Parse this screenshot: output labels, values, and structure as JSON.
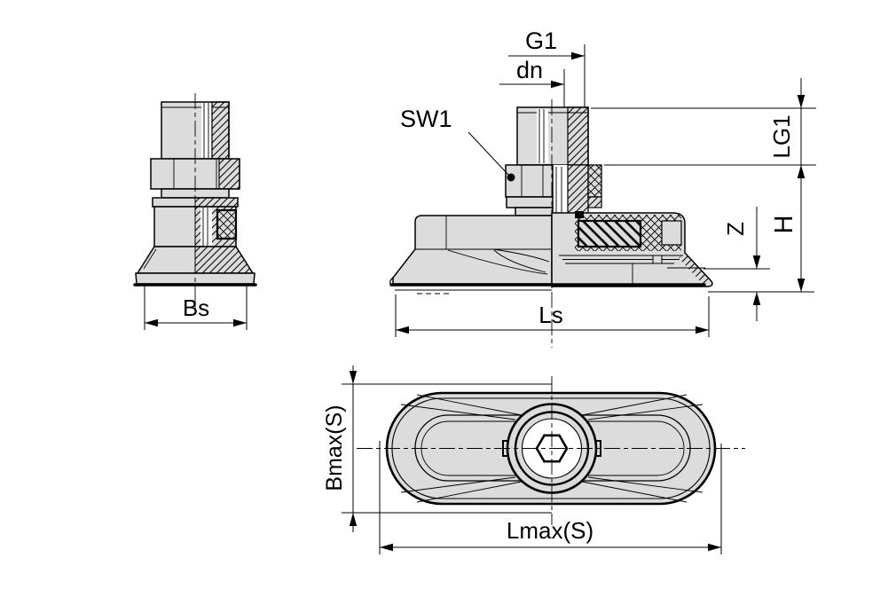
{
  "drawing": {
    "labels": {
      "g1": "G1",
      "dn": "dn",
      "sw1": "SW1",
      "lg1": "LG1",
      "h": "H",
      "z": "Z",
      "bs": "Bs",
      "ls": "Ls",
      "bmax": "Bmax(S)",
      "lmax": "Lmax(S)"
    },
    "colors": {
      "part_fill": "#dcdcdc",
      "line": "#000000",
      "background": "#ffffff"
    }
  }
}
